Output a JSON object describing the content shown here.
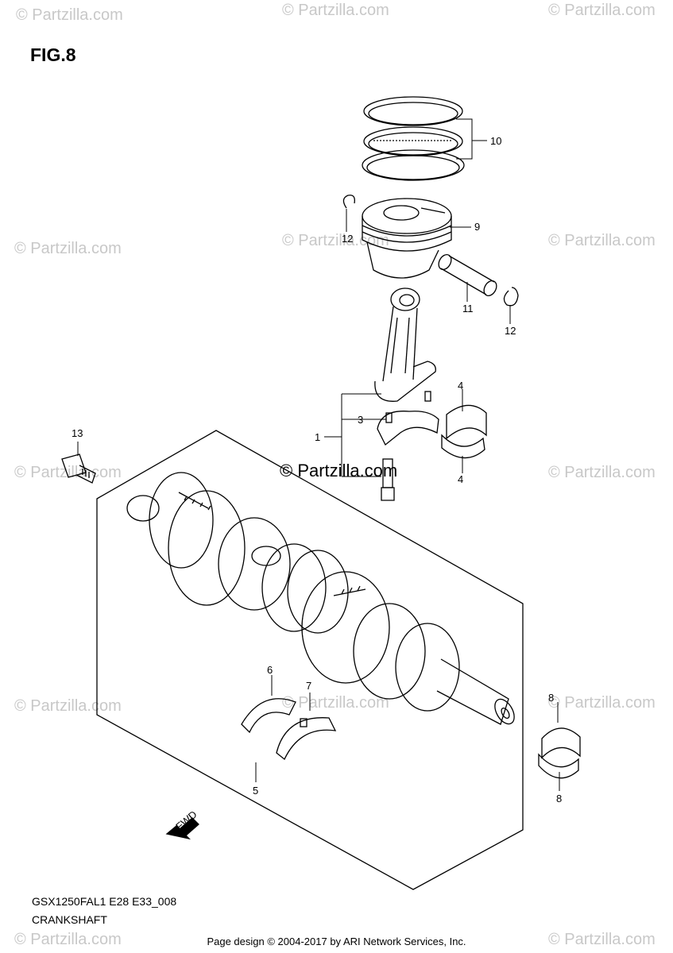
{
  "figure": {
    "title": "FIG.8",
    "model_code": "GSX1250FAL1 E28 E33_008",
    "section_name": "CRANKSHAFT",
    "page_credit": "Page design © 2004-2017 by ARI Network Services, Inc.",
    "fwd_label": "FWD"
  },
  "watermark": {
    "text": "© Partzilla.com",
    "center_text": "© Partzilla.com"
  },
  "callouts": {
    "c1": "1",
    "c3": "3",
    "c4_top": "4",
    "c4_bottom": "4",
    "c5": "5",
    "c6": "6",
    "c7": "7",
    "c8_top": "8",
    "c8_bottom": "8",
    "c9": "9",
    "c10": "10",
    "c11": "11",
    "c12_left": "12",
    "c12_right": "12",
    "c13": "13"
  },
  "colors": {
    "line": "#000000",
    "watermark": "#c8c8c8",
    "background": "#ffffff"
  }
}
